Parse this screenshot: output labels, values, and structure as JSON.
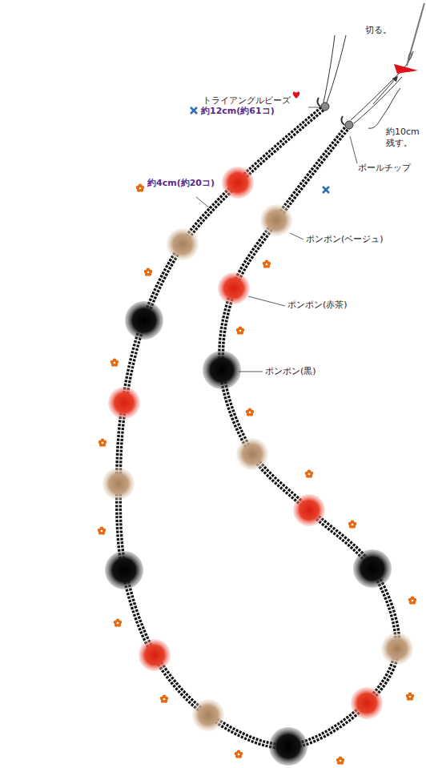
{
  "diagram": {
    "labels": [
      "切る。",
      "トライアングルビーズ",
      "約12cm(約61コ)",
      "約4cm(約20コ)",
      "約10cm 残す。",
      "ボールチップ",
      "ポンポン(ベージュ)",
      "ポンポン(赤茶)",
      "ポンポン(黒)"
    ]
  }
}
